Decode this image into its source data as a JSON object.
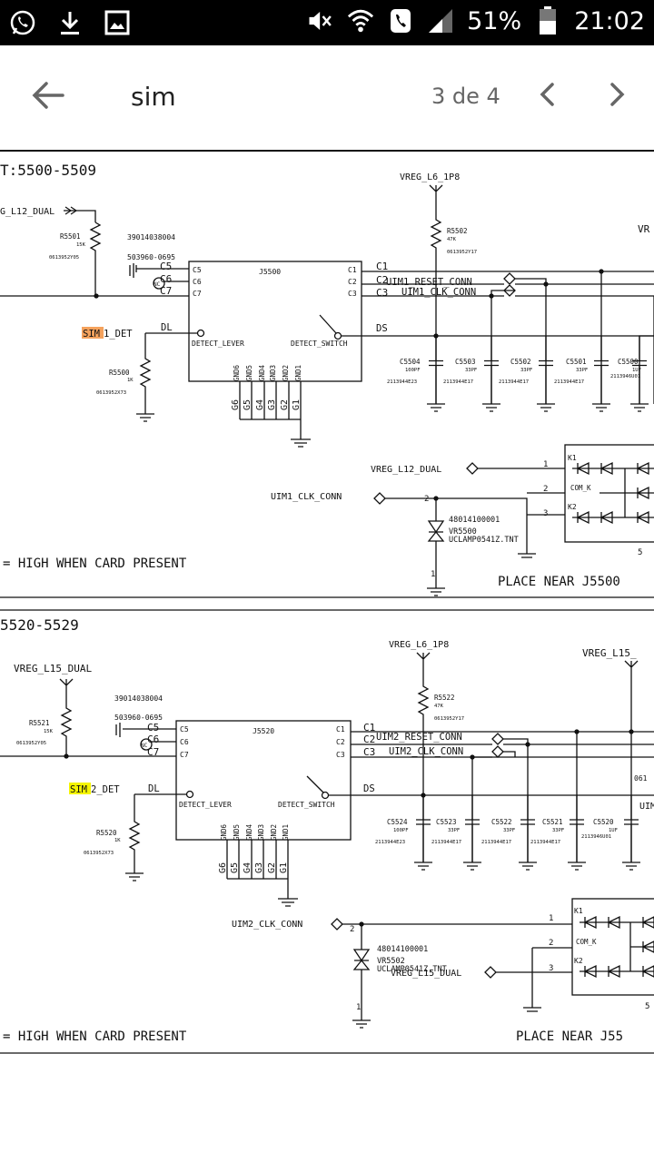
{
  "status_bar": {
    "battery": "51%",
    "time": "21:02",
    "icons": [
      "whatsapp-icon",
      "download-icon",
      "image-icon",
      "mute-icon",
      "wifi-icon",
      "phone-icon",
      "signal-icon",
      "battery-icon"
    ]
  },
  "app_bar": {
    "title": "sim",
    "page_indicator": "3 de 4"
  },
  "schematic": {
    "top": {
      "section_title": "T:5500-5509",
      "vreg_dual": "G_L12_DUAL",
      "r_pull": "R5501",
      "r_pull_val": "15K",
      "r_pull_part": "0613952Y05",
      "part_number": "39014038004",
      "connector_part": "503960-0695",
      "connector": "J5500",
      "pins_left": [
        "C5",
        "C6",
        "C7"
      ],
      "pins_right": [
        "C1",
        "C2",
        "C3"
      ],
      "nc": "NC",
      "sim_highlight": "SIM",
      "sim_det_suffix": "1_DET",
      "dl": "DL",
      "ds": "DS",
      "detect_lever": "DETECT_LEVER",
      "detect_switch": "DETECT_SWITCH",
      "gnd_pins": [
        "GND6",
        "GND5",
        "GND4",
        "GND3",
        "GND2",
        "GND1"
      ],
      "g_pins": [
        "G6",
        "G5",
        "G4",
        "G3",
        "G2",
        "G1"
      ],
      "r_det": "R5500",
      "r_det_val": "1K",
      "r_det_part": "0613952X73",
      "vreg_top": "VREG_L6_1P8",
      "r_top": "R5502",
      "r_top_val": "47K",
      "r_top_part": "0613952Y17",
      "vr_cut": "VR",
      "reset_conn": "UIM1_RESET_CONN",
      "clk_conn": "UIM1_CLK_CONN",
      "caps": [
        {
          "ref": "C5504",
          "val": "100PF",
          "part": "2113944E23"
        },
        {
          "ref": "C5503",
          "val": "33PF",
          "part": "2113944E17"
        },
        {
          "ref": "C5502",
          "val": "33PF",
          "part": "2113944E17"
        },
        {
          "ref": "C5501",
          "val": "33PF",
          "part": "2113944E17"
        },
        {
          "ref": "C5500",
          "val": "1UF",
          "part": "2113946U01"
        }
      ],
      "esd_vreg": "VREG_L12_DUAL",
      "esd_clk": "UIM1_CLK_CONN",
      "esd_part": "48014100001",
      "esd_ref": "VR5500",
      "esd_name": "UCLAMP0541Z.TNT",
      "esd_pins": [
        "1",
        "2",
        "3",
        "2",
        "1",
        "5"
      ],
      "k1": "K1",
      "k2": "K2",
      "com_k": "COM_K",
      "note": "= HIGH WHEN CARD PRESENT",
      "place_near": "PLACE NEAR J5500"
    },
    "bottom": {
      "section_title": "5520-5529",
      "vreg_dual": "VREG_L15_DUAL",
      "r_pull": "R5521",
      "r_pull_val": "15K",
      "r_pull_part": "0613952Y05",
      "part_number": "39014038004",
      "connector_part": "503960-0695",
      "connector": "J5520",
      "pins_left": [
        "C5",
        "C6",
        "C7"
      ],
      "pins_right": [
        "C1",
        "C2",
        "C3"
      ],
      "nc": "NC",
      "sim_highlight": "SIM",
      "sim_det_suffix": "2_DET",
      "dl": "DL",
      "ds": "DS",
      "detect_lever": "DETECT_LEVER",
      "detect_switch": "DETECT_SWITCH",
      "gnd_pins": [
        "GND6",
        "GND5",
        "GND4",
        "GND3",
        "GND2",
        "GND1"
      ],
      "g_pins": [
        "G6",
        "G5",
        "G4",
        "G3",
        "G2",
        "G1"
      ],
      "r_det": "R5520",
      "r_det_val": "1K",
      "r_det_part": "0613952X73",
      "vreg_top": "VREG_L6_1P8",
      "vreg_right": "VREG_L15_",
      "r_top": "R5522",
      "r_top_val": "47K",
      "r_top_part": "0613952Y17",
      "reset_conn": "UIM2_RESET_CONN",
      "clk_conn": "UIM2_CLK_CONN",
      "cut_061": "061",
      "cut_uim": "UIM",
      "caps": [
        {
          "ref": "C5524",
          "val": "100PF",
          "part": "2113944E23"
        },
        {
          "ref": "C5523",
          "val": "33PF",
          "part": "2113944E17"
        },
        {
          "ref": "C5522",
          "val": "33PF",
          "part": "2113944E17"
        },
        {
          "ref": "C5521",
          "val": "33PF",
          "part": "2113944E17"
        },
        {
          "ref": "C5520",
          "val": "1UF",
          "part": "2113946U01"
        }
      ],
      "esd_clk": "UIM2_CLK_CONN",
      "esd_vreg": "VREG_L15_DUAL",
      "esd_part": "48014100001",
      "esd_ref": "VR5502",
      "esd_name": "UCLAMP0541Z.TNT",
      "esd_pins": [
        "1",
        "2",
        "3",
        "2",
        "1",
        "5"
      ],
      "k1": "K1",
      "k2": "K2",
      "com_k": "COM_K",
      "note": "= HIGH WHEN CARD PRESENT",
      "place_near": "PLACE NEAR J55"
    }
  },
  "colors": {
    "status_bg": "#000000",
    "highlight_top": "#f5a25d",
    "highlight_bottom": "#f5f500"
  }
}
